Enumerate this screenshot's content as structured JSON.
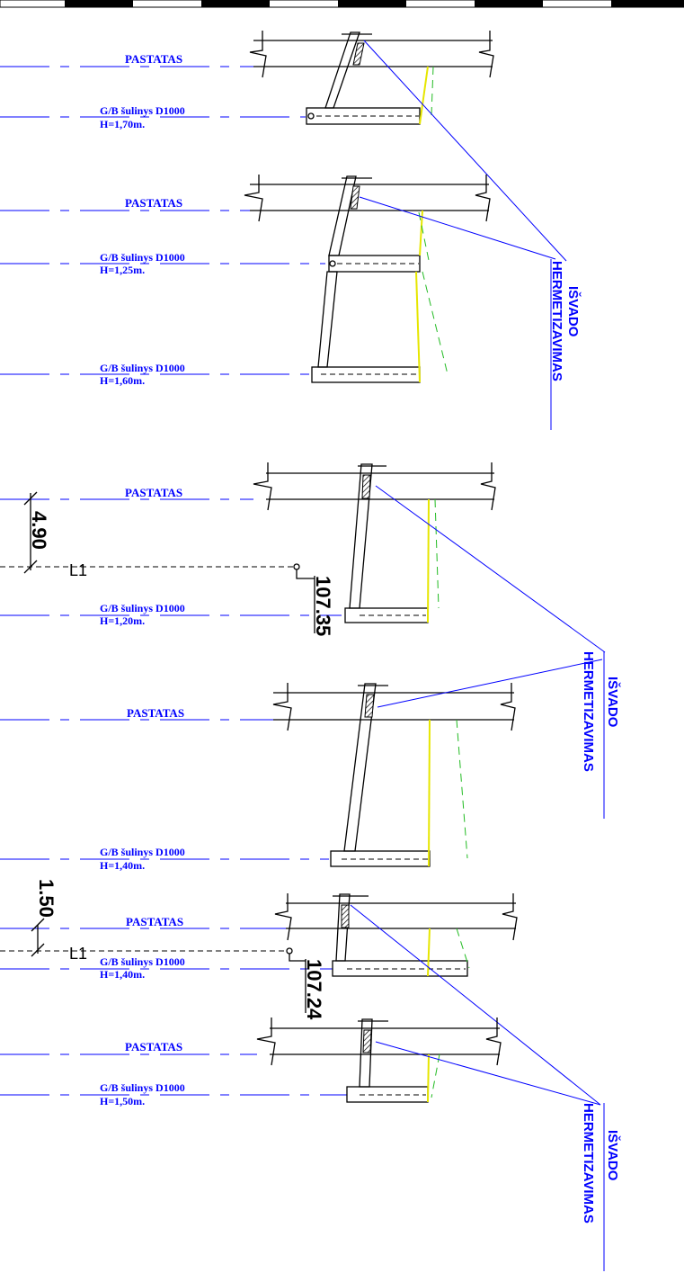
{
  "labels": {
    "pastatas": "PASTATAS",
    "sulinys": "G/B šulinys D1000",
    "h_170": "H=1,70m.",
    "h_125": "H=1,25m.",
    "h_160": "H=1,60m.",
    "h_120": "H=1,20m.",
    "h_140": "H=1,40m.",
    "h_150": "H=1,50m.",
    "isvado": "IŠVADO",
    "hermetizavimas": "HERMETIZAVIMAS",
    "l1": "L1",
    "dim_490": "4.90",
    "dim_150": "1.50",
    "elev_10735": "107.35",
    "elev_10724": "107.24"
  },
  "colors": {
    "line_black": "#000000",
    "label_blue": "#0000ff",
    "wall_yellow": "#e6e600",
    "slope_green": "#22bb22"
  }
}
